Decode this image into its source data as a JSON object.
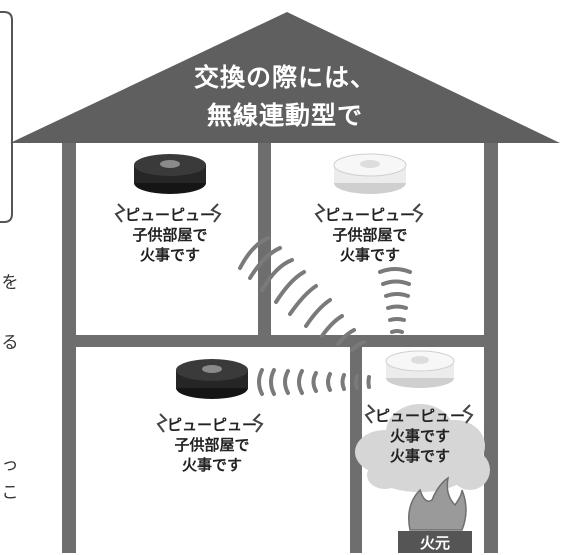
{
  "roof": {
    "line1": "交換の際には、",
    "line2": "無線連動型で"
  },
  "rooms": {
    "top_left": {
      "alarm": "ピューピュー",
      "line2": "子供部屋で",
      "line3": "火事です"
    },
    "top_right": {
      "alarm": "ピューピュー",
      "line2": "子供部屋で",
      "line3": "火事です"
    },
    "bottom_left": {
      "alarm": "ピューピュー",
      "line2": "子供部屋で",
      "line3": "火事です"
    },
    "bottom_right": {
      "alarm": "ピューピュー",
      "line2": "火事です",
      "line3": "火事です"
    }
  },
  "fire_origin_label": "火元",
  "side_text": [
    "を",
    "る",
    "っ",
    "こ"
  ],
  "colors": {
    "roof": "#5f5f5f",
    "wall": "#6e6e6e",
    "wave": "#7a7a7a",
    "smoke": "#d6d6d6",
    "detector_black": "#262626",
    "detector_white": "#f2f2f2"
  }
}
